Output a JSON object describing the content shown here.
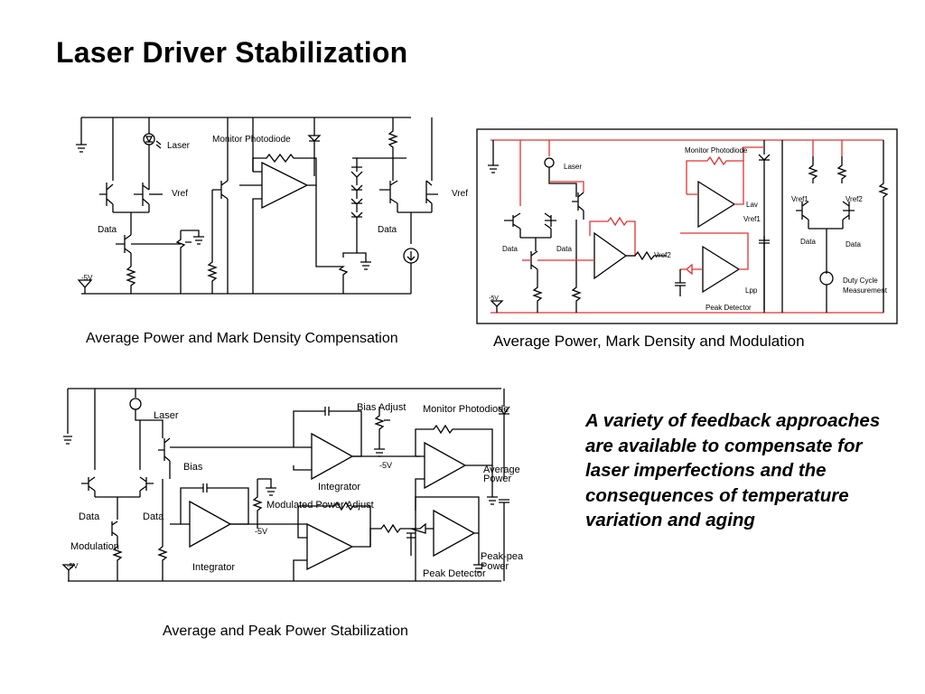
{
  "slide": {
    "title": "Laser Driver Stabilization",
    "captions": {
      "circuit1": "Average Power and Mark Density Compensation",
      "circuit2": "Average Power, Mark Density and Modulation",
      "circuit3": "Average and Peak Power Stabilization"
    },
    "bullet": "A variety of feedback approaches are available to compensate for laser imperfections and the consequences of temperature variation and aging"
  },
  "circuit1": {
    "laser": "Laser",
    "monitor": "Monitor Photodiode",
    "vref_left": "Vref",
    "vref_right": "Vref",
    "data_left": "Data",
    "data_right": "Data",
    "neg5v": "-5V"
  },
  "circuit2": {
    "laser": "Laser",
    "monitor": "Monitor Photodiode",
    "lav": "Lav",
    "vref1_amp": "Vref1",
    "vref2_amp": "Vref2",
    "vref1": "Vref1",
    "vref2": "Vref2",
    "data_a": "Data",
    "data_b": "Data",
    "data_c": "Data",
    "data_d": "Data",
    "lpp": "Lpp",
    "peak": "Peak Detector",
    "duty1": "Duty Cycle",
    "duty2": "Measurement",
    "neg5v": "-5V"
  },
  "circuit3": {
    "laser": "Laser",
    "bias_adjust": "Bias Adjust",
    "monitor": "Monitor Photodiode",
    "bias": "Bias",
    "neg5v_top": "-5V",
    "integrator_top": "Integrator",
    "average": "Average",
    "power1": "Power",
    "mod_adjust": "Modulated Power Adjust",
    "neg5v_mid": "-5V",
    "data_left": "Data",
    "data_right": "Data",
    "modulation": "Modulation",
    "neg5v_left": "-5V",
    "integrator_bottom": "Integrator",
    "peak_detector": "Peak Detector",
    "peakpea": "Peak-pea",
    "power2": "Power"
  }
}
